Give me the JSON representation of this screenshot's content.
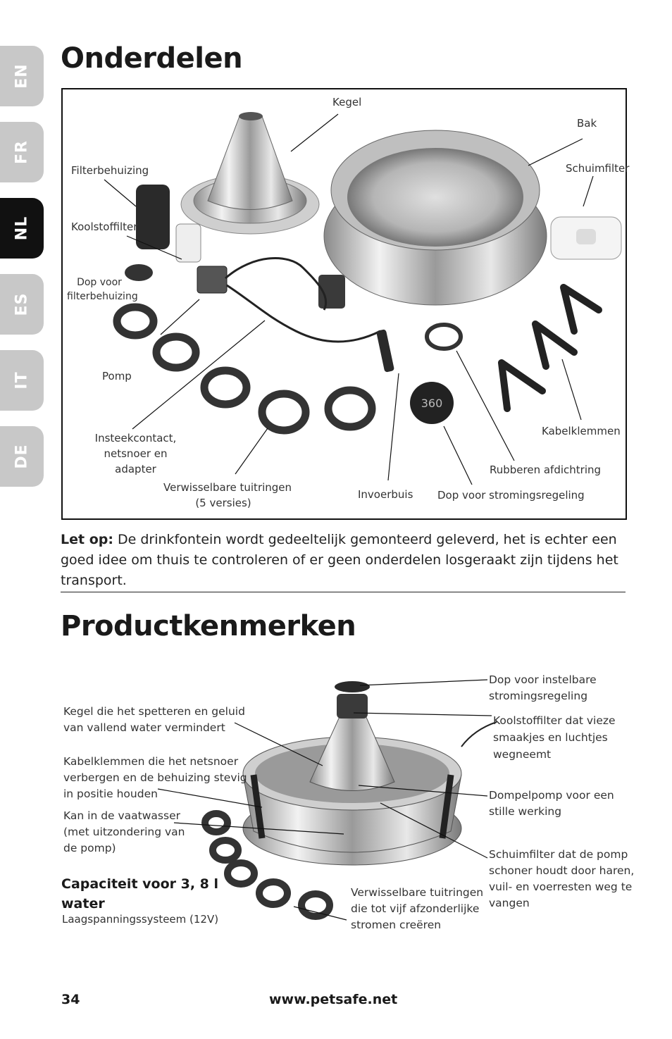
{
  "tabs": [
    {
      "label": "EN",
      "active": false
    },
    {
      "label": "FR",
      "active": false
    },
    {
      "label": "NL",
      "active": true
    },
    {
      "label": "ES",
      "active": false
    },
    {
      "label": "IT",
      "active": false
    },
    {
      "label": "DE",
      "active": false
    }
  ],
  "section1": {
    "title": "Onderdelen",
    "labels": {
      "kegel": "Kegel",
      "bak": "Bak",
      "filterbehuizing": "Filterbehuizing",
      "schuimfilter": "Schuimfilter",
      "koolstoffilter": "Koolstoffilter",
      "dop_filter_1": "Dop voor",
      "dop_filter_2": "filterbehuizing",
      "pomp": "Pomp",
      "insteek_1": "Insteekcontact,",
      "insteek_2": "netsnoer en",
      "insteek_3": "adapter",
      "tuit_1": "Verwisselbare tuitringen",
      "tuit_2": "(5 versies)",
      "invoerbuis": "Invoerbuis",
      "dop_stroming": "Dop voor stromingsregeling",
      "rubber": "Rubberen afdichtring",
      "kabelklemmen": "Kabelklemmen"
    },
    "note_bold": "Let op:",
    "note_text": " De drinkfontein wordt gedeeltelijk gemonteerd geleverd, het is echter een goed idee om thuis te controleren of er geen onderdelen losgeraakt zijn tijdens het transport."
  },
  "section2": {
    "title": "Productkenmerken",
    "left": {
      "kegel_1": "Kegel die het spetteren en geluid",
      "kegel_2": "van vallend water vermindert",
      "kabel_1": "Kabelklemmen die het netsnoer",
      "kabel_2": "verbergen en de behuizing stevig",
      "kabel_3": "in positie houden",
      "vaat_1": "Kan in de vaatwasser",
      "vaat_2": "(met uitzondering van",
      "vaat_3": "de pomp)"
    },
    "right": {
      "dop_1": "Dop voor instelbare",
      "dop_2": "stromingsregeling",
      "kool_1": "Koolstoffilter dat vieze",
      "kool_2": "smaakjes en luchtjes",
      "kool_3": "wegneemt",
      "dompel_1": "Dompelpomp voor een",
      "dompel_2": "stille werking",
      "schuim_1": "Schuimfilter dat de pomp",
      "schuim_2": "schoner houdt door haren,",
      "schuim_3": "vuil- en voerresten weg te",
      "schuim_4": "vangen"
    },
    "bottom": {
      "tuit_1": "Verwisselbare tuitringen",
      "tuit_2": "die tot vijf afzonderlijke",
      "tuit_3": "stromen creëren"
    },
    "capacity_1": "Capaciteit voor 3, 8 l",
    "capacity_2": "water",
    "voltage": "Laagspanningssysteem (12V)"
  },
  "footer": {
    "page_number": "34",
    "url": "www.petsafe.net"
  }
}
